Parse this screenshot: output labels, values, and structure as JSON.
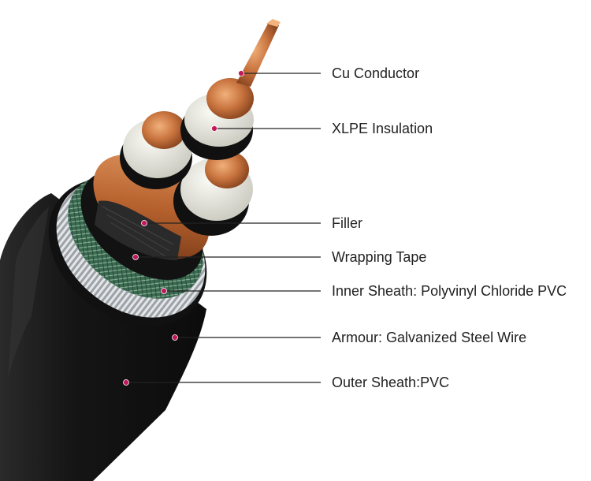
{
  "labels": [
    "Cu Conductor",
    "XLPE Insulation",
    "Filler",
    "Wrapping Tape",
    "Inner Sheath: Polyvinyl Chloride PVC",
    "Armour: Galvanized Steel Wire",
    "Outer Sheath:PVC"
  ],
  "colors": {
    "copper": "#c9743f",
    "insulation": "#e6e6de",
    "black_layer": "#141414",
    "wrapping_tape": "#3e6b52",
    "armour": "#bfc3c6",
    "outer_sheath": "#1a1a1a",
    "leader_line": "#222222",
    "marker": "#c2185b"
  }
}
